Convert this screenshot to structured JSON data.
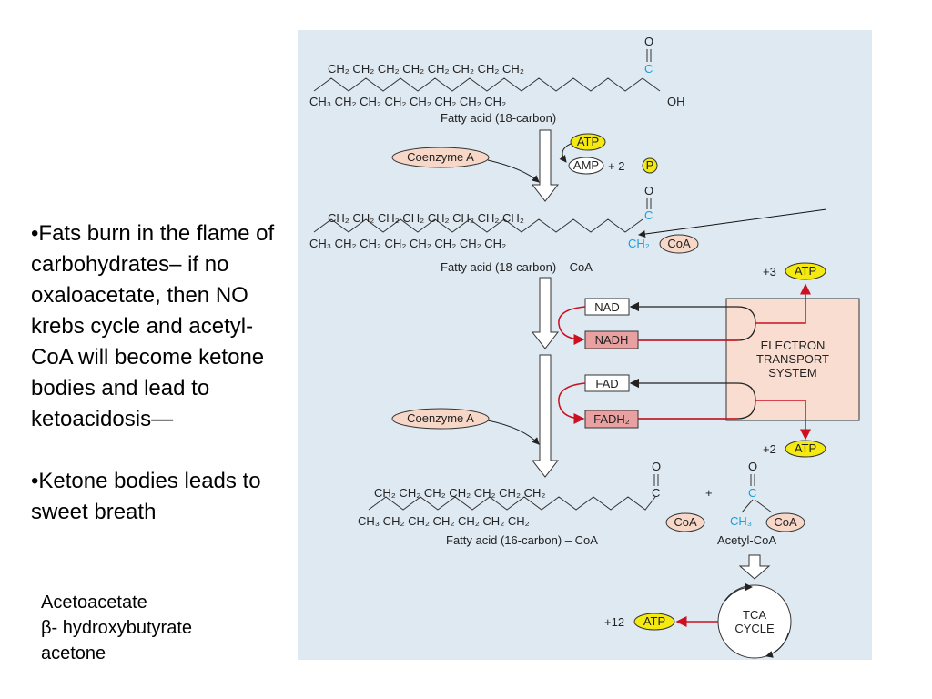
{
  "slide": {
    "bullet1": "•Fats burn in the flame of carbohydrates– if no oxaloacetate, then NO krebs cycle and acetyl-CoA will become ketone bodies and lead to ketoacidosis—",
    "bullet2": "•Ketone bodies leads to sweet breath",
    "ketones": [
      "Acetoacetate",
      "β- hydroxybutyrate",
      "acetone"
    ]
  },
  "diagram": {
    "top_row": "CH₂ CH₂ CH₂ CH₂ CH₂ CH₂ CH₂ CH₂",
    "bottom_row": "CH₃ CH₂ CH₂ CH₂ CH₂ CH₂ CH₂ CH₂",
    "top_row_16": "CH₂ CH₂ CH₂ CH₂ CH₂ CH₂ CH₂",
    "bottom_row_16": "CH₃ CH₂ CH₂ CH₂ CH₂ CH₂ CH₂",
    "ch2": "CH₂",
    "ch3": "CH₃",
    "carbonyl_c": "C",
    "oxygen": "O",
    "oh": "OH",
    "fatty_acid_label": "Fatty acid (18-carbon)",
    "fatty_acid_coa_label": "Fatty acid (18-carbon) – CoA",
    "fatty_acid16_label": "Fatty acid (16-carbon) – CoA",
    "acetyl_coa_label": "Acetyl-CoA",
    "coenzyme_a": "Coenzyme A",
    "atp": "ATP",
    "amp": "AMP",
    "plus_2": "+ 2",
    "p": "P",
    "coa": "CoA",
    "nad": "NAD",
    "nadh": "NADH",
    "fad": "FAD",
    "fadh2": "FADH₂",
    "ets": [
      "ELECTRON",
      "TRANSPORT",
      "SYSTEM"
    ],
    "plus3": "+3",
    "plus2": "+2",
    "plus12": "+12",
    "plus_sign": "+",
    "tca": [
      "TCA",
      "CYCLE"
    ],
    "colors": {
      "panel": "#dfe9f2",
      "atp_fill": "#f5ea10",
      "coa_fill": "#f7d7c7",
      "ets_fill": "#f8ddd0",
      "nadh_fill": "#e9a0a0",
      "red_arrow": "#cc1020",
      "blue_carbon": "#1a9fd6"
    }
  }
}
